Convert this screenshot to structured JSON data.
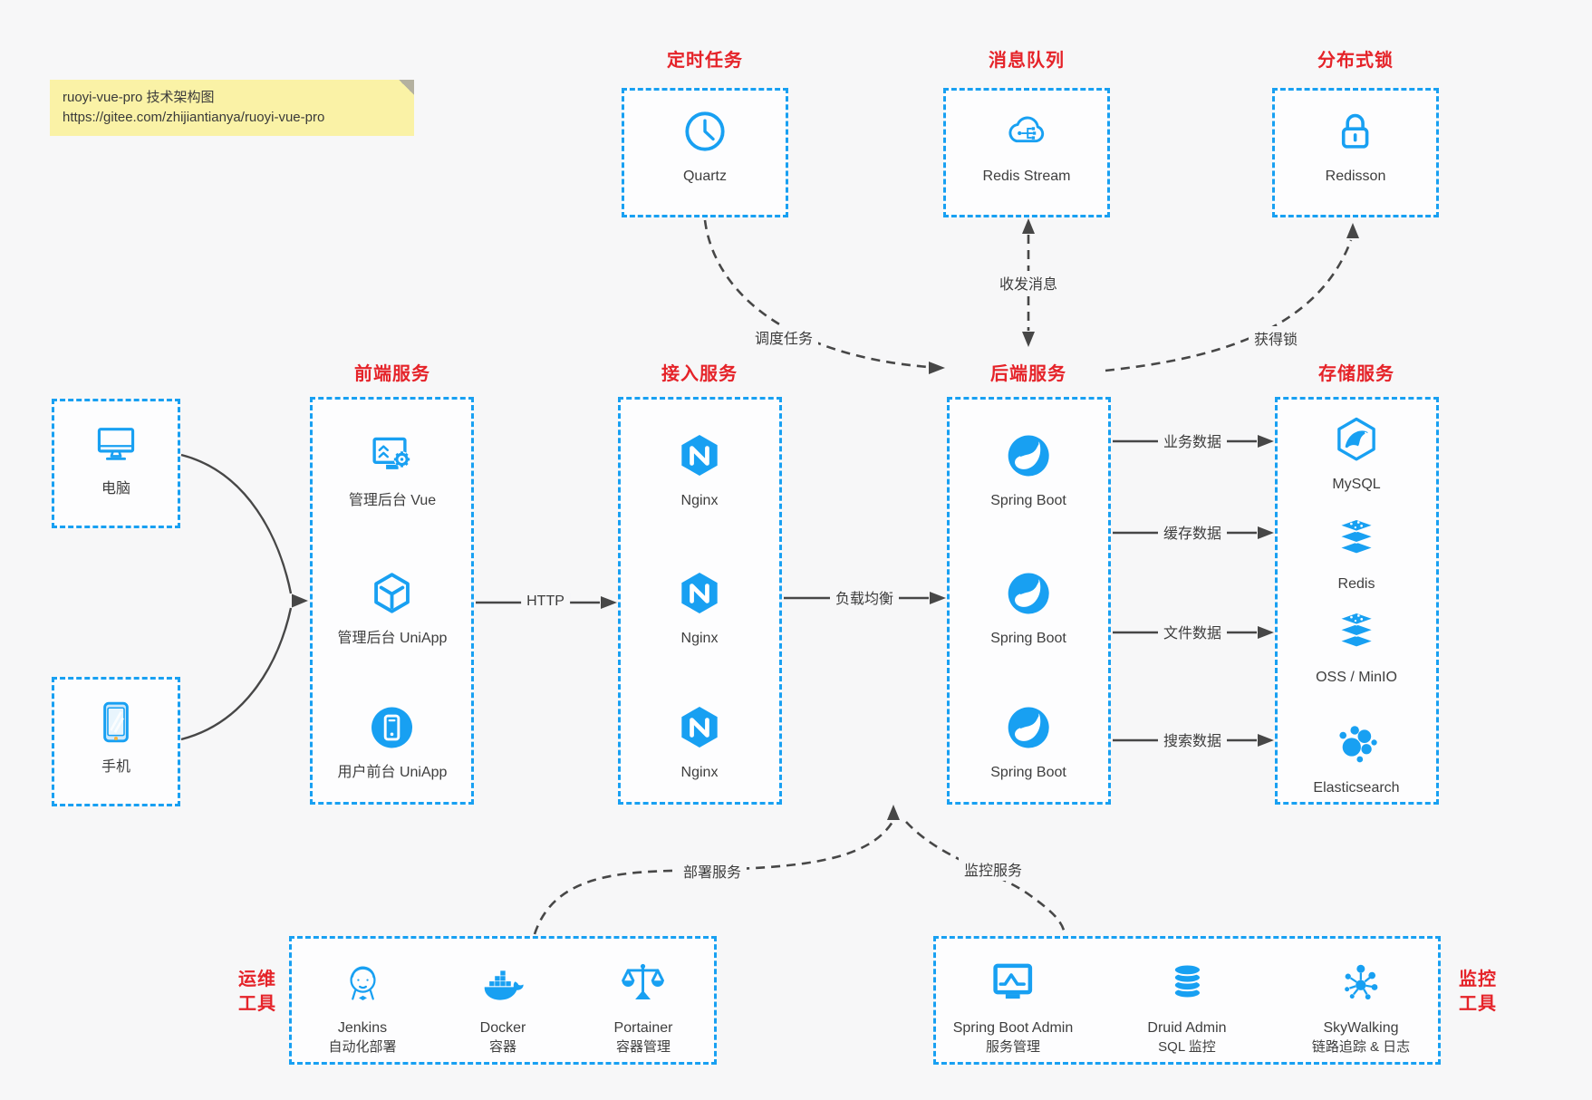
{
  "colors": {
    "accent": "#18a0f2",
    "red": "#e52329",
    "line": "#474747",
    "note_bg": "#faf2a6",
    "page_bg": "#f7f7f8"
  },
  "note": {
    "title": "ruoyi-vue-pro 技术架构图",
    "url": "https://gitee.com/zhijiantianya/ruoyi-vue-pro"
  },
  "groups": {
    "scheduler": {
      "title": "定时任务",
      "items": [
        {
          "label": "Quartz",
          "icon": "clock-icon"
        }
      ]
    },
    "mq": {
      "title": "消息队列",
      "items": [
        {
          "label": "Redis Stream",
          "icon": "cloud-network-icon"
        }
      ]
    },
    "lock": {
      "title": "分布式锁",
      "items": [
        {
          "label": "Redisson",
          "icon": "lock-icon"
        }
      ]
    },
    "clients": {
      "items": [
        {
          "label": "电脑",
          "icon": "desktop-icon"
        },
        {
          "label": "手机",
          "icon": "phone-icon"
        }
      ]
    },
    "frontend": {
      "title": "前端服务",
      "items": [
        {
          "label": "管理后台 Vue",
          "icon": "admin-vue-icon"
        },
        {
          "label": "管理后台 UniApp",
          "icon": "uniapp-cube-icon"
        },
        {
          "label": "用户前台 UniApp",
          "icon": "user-app-icon"
        }
      ]
    },
    "gateway": {
      "title": "接入服务",
      "items": [
        {
          "label": "Nginx",
          "icon": "nginx-icon"
        },
        {
          "label": "Nginx",
          "icon": "nginx-icon"
        },
        {
          "label": "Nginx",
          "icon": "nginx-icon"
        }
      ]
    },
    "backend": {
      "title": "后端服务",
      "items": [
        {
          "label": "Spring Boot",
          "icon": "spring-icon"
        },
        {
          "label": "Spring Boot",
          "icon": "spring-icon"
        },
        {
          "label": "Spring Boot",
          "icon": "spring-icon"
        }
      ]
    },
    "storage": {
      "title": "存储服务",
      "items": [
        {
          "label": "MySQL",
          "icon": "mysql-icon"
        },
        {
          "label": "Redis",
          "icon": "redis-stack-icon"
        },
        {
          "label": "OSS / MinIO",
          "icon": "oss-stack-icon"
        },
        {
          "label": "Elasticsearch",
          "icon": "elasticsearch-icon"
        }
      ]
    },
    "devops": {
      "title_line1": "运维",
      "title_line2": "工具",
      "items": [
        {
          "label": "Jenkins",
          "sub": "自动化部署",
          "icon": "jenkins-icon"
        },
        {
          "label": "Docker",
          "sub": "容器",
          "icon": "docker-icon"
        },
        {
          "label": "Portainer",
          "sub": "容器管理",
          "icon": "portainer-icon"
        }
      ]
    },
    "monitoring": {
      "title_line1": "监控",
      "title_line2": "工具",
      "items": [
        {
          "label": "Spring Boot Admin",
          "sub": "服务管理",
          "icon": "sba-icon"
        },
        {
          "label": "Druid Admin",
          "sub": "SQL 监控",
          "icon": "druid-icon"
        },
        {
          "label": "SkyWalking",
          "sub": "链路追踪 & 日志",
          "icon": "skywalking-icon"
        }
      ]
    }
  },
  "edges": {
    "http": "HTTP",
    "load_balance": "负载均衡",
    "business_data": "业务数据",
    "cache_data": "缓存数据",
    "file_data": "文件数据",
    "search_data": "搜索数据",
    "schedule_task": "调度任务",
    "send_receive_msg": "收发消息",
    "acquire_lock": "获得锁",
    "deploy_service": "部署服务",
    "monitor_service": "监控服务"
  }
}
